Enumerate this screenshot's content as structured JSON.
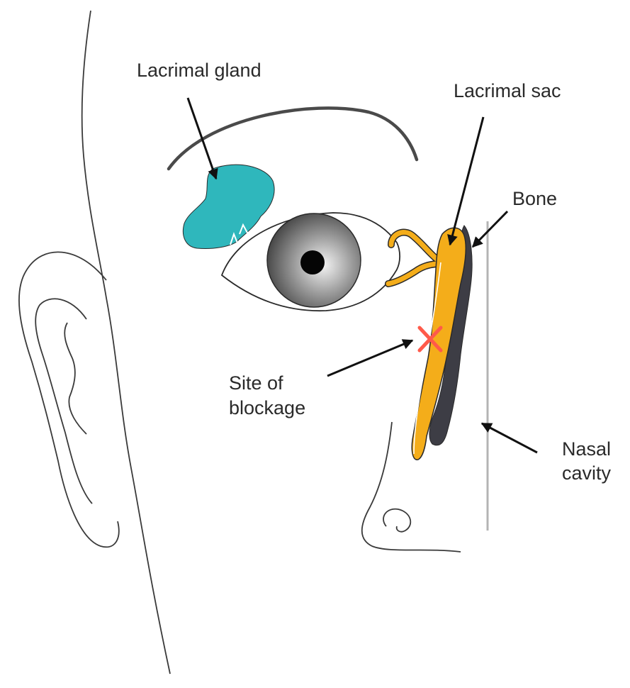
{
  "labels": {
    "lacrimal_gland": "Lacrimal gland",
    "lacrimal_sac": "Lacrimal sac",
    "bone": "Bone",
    "site_of_blockage_line1": "Site of",
    "site_of_blockage_line2": "blockage",
    "nasal_cavity_line1": "Nasal",
    "nasal_cavity_line2": "cavity"
  },
  "colors": {
    "background": "#ffffff",
    "outline": "#3a3a3a",
    "lacrimal_gland": "#2fb7bc",
    "tear_duct": "#f4ad1a",
    "bone": "#3d3d45",
    "blockage_mark": "#ff5a4a",
    "nasal_cavity_line": "#b4b4b4",
    "label_text": "#2a2a2a"
  }
}
